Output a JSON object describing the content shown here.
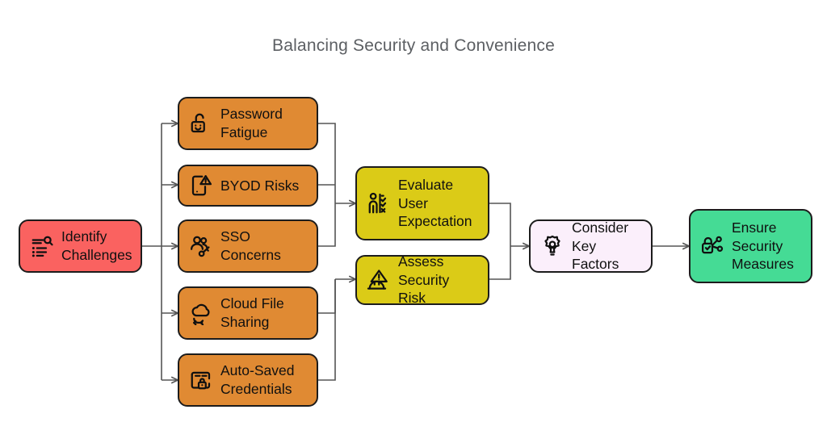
{
  "diagram": {
    "title": "Balancing Security and Convenience",
    "type": "flowchart",
    "colors": {
      "start": "#fa6260",
      "challenge": "#e08a33",
      "evaluate": "#dbcb17",
      "consider": "#fbeffb",
      "outcome": "#45db95",
      "stroke": "#1c1c1c",
      "edge": "#555555",
      "title_text": "#5c5f63"
    },
    "nodes": [
      {
        "id": "identify-challenges",
        "label": "Identify\nChallenges",
        "icon": "list-search-icon",
        "color": "#fa6260",
        "stage": "start"
      },
      {
        "id": "password-fatigue",
        "label": "Password\nFatigue",
        "icon": "unlocked-padlock-smiley-icon",
        "color": "#e08a33",
        "stage": "challenge"
      },
      {
        "id": "byod-risks",
        "label": "BYOD Risks",
        "icon": "mobile-warning-icon",
        "color": "#e08a33",
        "stage": "challenge"
      },
      {
        "id": "sso-concerns",
        "label": "SSO\nConcerns",
        "icon": "users-key-icon",
        "color": "#e08a33",
        "stage": "challenge"
      },
      {
        "id": "cloud-file-sharing",
        "label": "Cloud File\nSharing",
        "icon": "cloud-sync-icon",
        "color": "#e08a33",
        "stage": "challenge"
      },
      {
        "id": "auto-saved-credentials",
        "label": "Auto-Saved\nCredentials",
        "icon": "wallet-lock-icon",
        "color": "#e08a33",
        "stage": "challenge"
      },
      {
        "id": "evaluate-user-expectation",
        "label": "Evaluate\nUser\nExpectation",
        "icon": "person-checklist-icon",
        "color": "#dbcb17",
        "stage": "evaluate"
      },
      {
        "id": "assess-security-risk",
        "label": "Assess\nSecurity Risk",
        "icon": "warning-hardhat-icon",
        "color": "#dbcb17",
        "stage": "evaluate"
      },
      {
        "id": "consider-key-factors",
        "label": "Consider\nKey Factors",
        "icon": "gear-bulb-icon",
        "color": "#fbeffb",
        "stage": "consider"
      },
      {
        "id": "ensure-security-measures",
        "label": "Ensure\nSecurity\nMeasures",
        "icon": "lock-network-icon",
        "color": "#45db95",
        "stage": "outcome"
      }
    ],
    "edges": [
      {
        "from": "identify-challenges",
        "to": "password-fatigue"
      },
      {
        "from": "identify-challenges",
        "to": "byod-risks"
      },
      {
        "from": "identify-challenges",
        "to": "sso-concerns"
      },
      {
        "from": "identify-challenges",
        "to": "cloud-file-sharing"
      },
      {
        "from": "identify-challenges",
        "to": "auto-saved-credentials"
      },
      {
        "from": "password-fatigue",
        "to": "evaluate-user-expectation"
      },
      {
        "from": "byod-risks",
        "to": "evaluate-user-expectation"
      },
      {
        "from": "sso-concerns",
        "to": "evaluate-user-expectation"
      },
      {
        "from": "cloud-file-sharing",
        "to": "assess-security-risk"
      },
      {
        "from": "auto-saved-credentials",
        "to": "assess-security-risk"
      },
      {
        "from": "evaluate-user-expectation",
        "to": "consider-key-factors"
      },
      {
        "from": "assess-security-risk",
        "to": "consider-key-factors"
      },
      {
        "from": "consider-key-factors",
        "to": "ensure-security-measures"
      }
    ]
  }
}
